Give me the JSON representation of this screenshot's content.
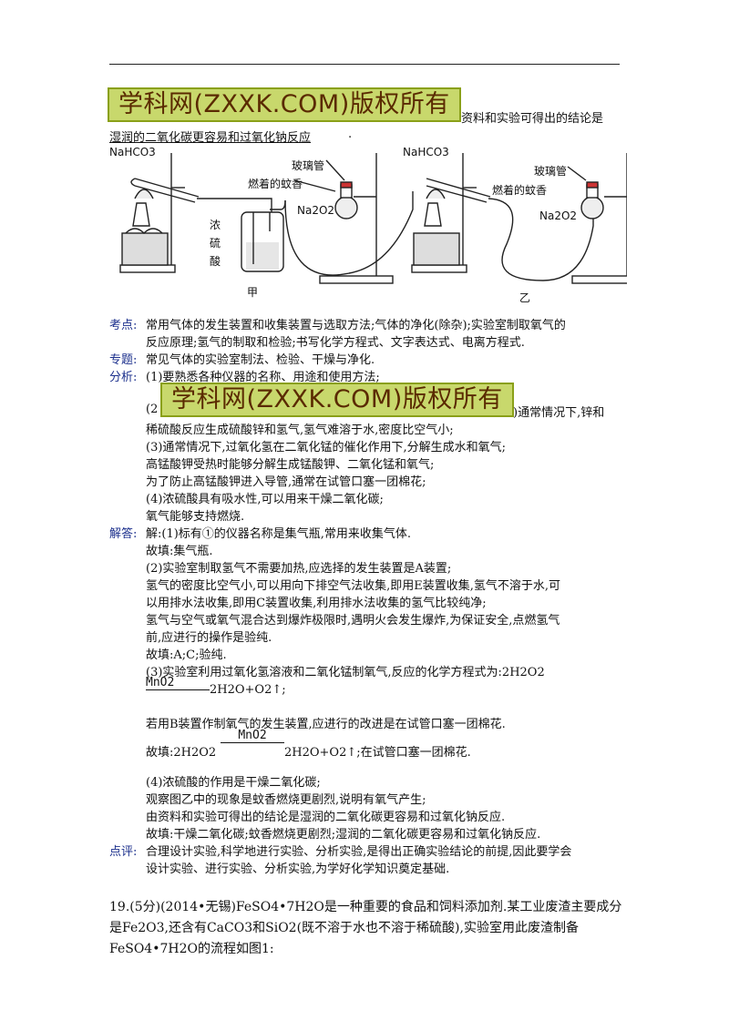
{
  "watermark": "学科网(ZXXK.COM)版权所有",
  "intro": {
    "line1_tail": "资料和实验可得出的结论是",
    "line2": "湿润的二氧化碳更容易和过氧化钠反应",
    "line2_end": "."
  },
  "figure": {
    "left_label": "甲",
    "right_label": "乙",
    "nahco3": "NaHCO3",
    "glass_tube": "玻璃管",
    "mosquito_coil": "燃着的蚊香",
    "na2o2": "Na2O2",
    "acid_chars": [
      "浓",
      "硫",
      "酸"
    ]
  },
  "sections": {
    "kaodian_label": "考点:",
    "kaodian_1": "常用气体的发生装置和收集装置与选取方法;气体的净化(除杂);实验室制取氧气的",
    "kaodian_2": "反应原理;氢气的制取和检验;书写化学方程式、文字表达式、电离方程式.",
    "zhuanti_label": "专题:",
    "zhuanti": "常见气体的实验室制法、检验、干燥与净化.",
    "fenxi_label": "分析:",
    "fenxi_1": "(1)要熟悉各种仪器的名称、用途和使用方法;",
    "fenxi_2_head": "(2",
    "fenxi_2_tail": ")通常情况下,锌和",
    "fenxi_3": "稀硫酸反应生成硫酸锌和氢气,氢气难溶于水,密度比空气小;",
    "fenxi_4": "(3)通常情况下,过氧化氢在二氧化锰的催化作用下,分解生成水和氧气;",
    "fenxi_5": "高锰酸钾受热时能够分解生成锰酸钾、二氧化锰和氧气;",
    "fenxi_6": "为了防止高锰酸钾进入导管,通常在试管口塞一团棉花;",
    "fenxi_7": "(4)浓硫酸具有吸水性,可以用来干燥二氧化碳;",
    "fenxi_8": "氧气能够支持燃烧.",
    "jieda_label": "解答:",
    "jieda_1": "解:(1)标有①的仪器名称是集气瓶,常用来收集气体.",
    "jieda_2": "故填:集气瓶.",
    "jieda_3": "(2)实验室制取氢气不需要加热,应选择的发生装置是A装置;",
    "jieda_4": "氢气的密度比空气小,可以用向下排空气法收集,即用E装置收集,氢气不溶于水,可",
    "jieda_5": "以用排水法收集,即用C装置收集,利用排水法收集的氢气比较纯净;",
    "jieda_6": "氢气与空气或氧气混合达到爆炸极限时,遇明火会发生爆炸,为保证安全,点燃氢气",
    "jieda_7": "前,应进行的操作是验纯.",
    "jieda_8": "故填:A;C;验纯.",
    "jieda_9": "(3)实验室利用过氧化氢溶液和二氧化锰制氧气,反应的化学方程式为:2H2O2",
    "catalyst": "MnO2",
    "eq_product": "2H2O+O2↑;",
    "jieda_10": "若用B装置作制氧气的发生装置,应进行的改进是在试管口塞一团棉花.",
    "jieda_11_head": "故填:2H2O2",
    "jieda_11_tail": "2H2O+O2↑;在试管口塞一团棉花.",
    "jieda_12": "(4)浓硫酸的作用是干燥二氧化碳;",
    "jieda_13": "观察图乙中的现象是蚊香燃烧更剧烈,说明有氧气产生;",
    "jieda_14": "由资料和实验可得出的结论是湿润的二氧化碳更容易和过氧化钠反应.",
    "jieda_15": "故填:干燥二氧化碳;蚊香燃烧更剧烈;湿润的二氧化碳更容易和过氧化钠反应.",
    "dianping_label": "点评:",
    "dianping_1": "合理设计实验,科学地进行实验、分析实验,是得出正确实验结论的前提,因此要学会",
    "dianping_2": "设计实验、进行实验、分析实验,为学好化学知识奠定基础."
  },
  "question19": {
    "line1": "19.(5分)(2014•无锡)FeSO4•7H2O是一种重要的食品和饲料添加剂.某工业废渣主要成分",
    "line2": "是Fe2O3,还含有CaCO3和SiO2(既不溶于水也不溶于稀硫酸),实验室用此废渣制备",
    "line3": "FeSO4•7H2O的流程如图1:"
  }
}
